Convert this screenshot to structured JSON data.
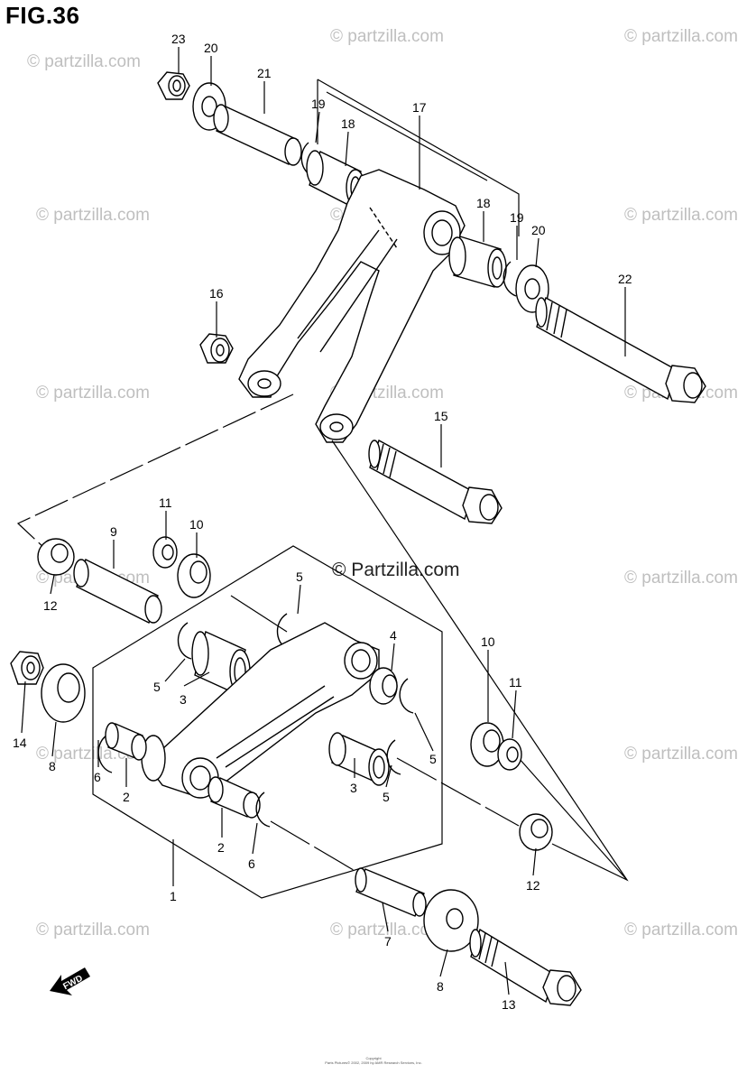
{
  "figure": {
    "title": "FIG.36",
    "fwd_label": "FWD",
    "copyright_center": "© Partzilla.com",
    "watermark": "© partzilla.com",
    "footer_line1": "Copyright",
    "footer_line2": "Parts Pictures© 2002, 2009 by AMR Research Services, Inc."
  },
  "callouts": [
    "23",
    "20",
    "21",
    "19",
    "18",
    "17",
    "18",
    "19",
    "20",
    "22",
    "16",
    "15",
    "11",
    "9",
    "10",
    "12",
    "5",
    "4",
    "10",
    "11",
    "14",
    "8",
    "5",
    "3",
    "6",
    "2",
    "3",
    "5",
    "5",
    "2",
    "6",
    "12",
    "1",
    "7",
    "8",
    "13"
  ],
  "colors": {
    "line": "#000000",
    "watermark": "#bfbfbf",
    "background": "#ffffff"
  }
}
